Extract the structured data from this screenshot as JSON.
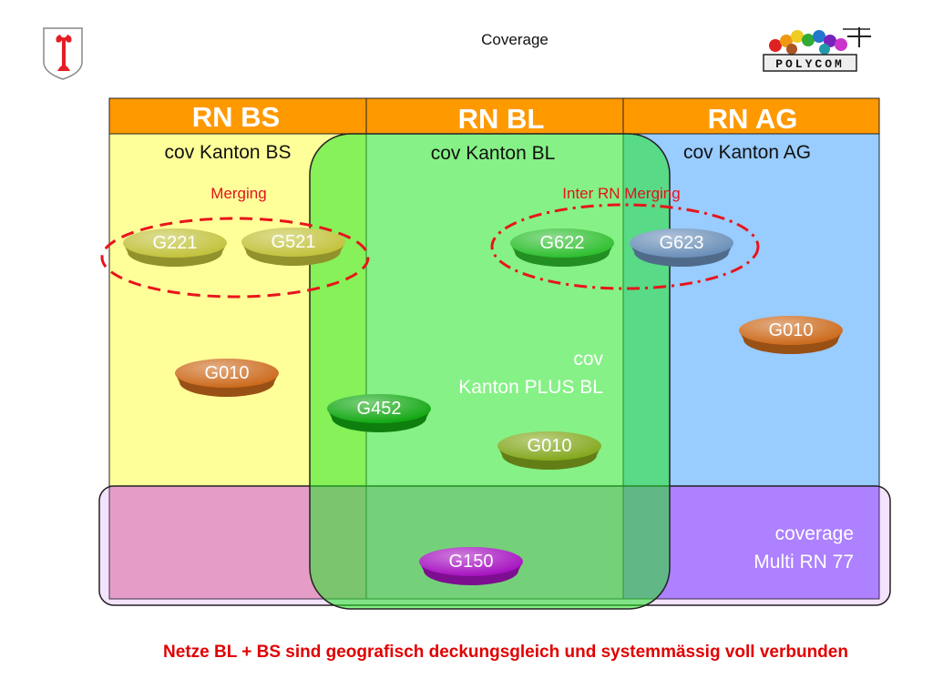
{
  "header": {
    "title": "Coverage",
    "polycom_logo_text": "POLYCOM"
  },
  "networks": [
    {
      "label": "RN BS",
      "coverage": "cov Kanton BS"
    },
    {
      "label": "RN BL",
      "coverage": "cov Kanton BL"
    },
    {
      "label": "RN AG",
      "coverage": "cov Kanton AG"
    }
  ],
  "labels": {
    "merging": "Merging",
    "inter_rn_merging": "Inter RN Merging",
    "kanton_plus_bl": [
      "cov",
      "Kanton PLUS BL"
    ],
    "multi_rn": [
      "coverage",
      "Multi RN 77"
    ]
  },
  "nodes": [
    {
      "label": "G221",
      "color": "#c2c23c"
    },
    {
      "label": "G521",
      "color": "#c2c23c"
    },
    {
      "label": "G622",
      "color": "#2fbf2f"
    },
    {
      "label": "G623",
      "color": "#6a8fb8"
    },
    {
      "label": "G010",
      "color": "#cc6a1c"
    },
    {
      "label": "G010",
      "color": "#cc6a1c"
    },
    {
      "label": "G452",
      "color": "#12a812"
    },
    {
      "label": "G010",
      "color": "#84a81e"
    },
    {
      "label": "G150",
      "color": "#a612c0"
    }
  ],
  "footer": {
    "text": "Netze BL + BS sind geografisch deckungsgleich und systemmässig voll verbunden"
  },
  "colors": {
    "header_orange": "#ff9900",
    "bs_fill": "#ffff99",
    "ag_fill": "#99ccff",
    "bl_overlay": "#33ee33",
    "multi_rn_fill": "#bb66ff",
    "merge_ellipse": "#e8141c",
    "footer_red": "#e10000"
  }
}
